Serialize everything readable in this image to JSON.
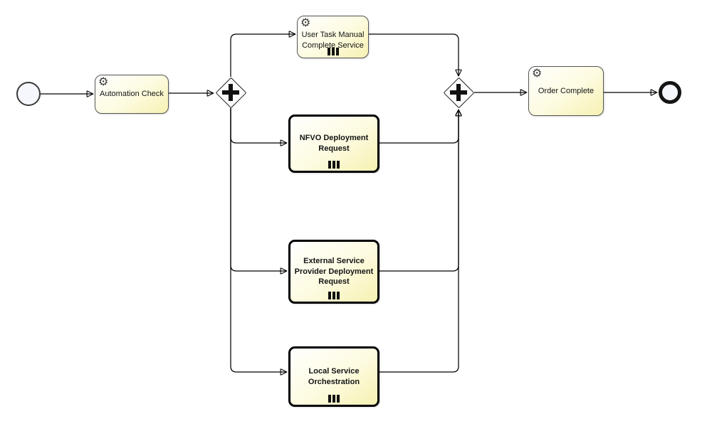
{
  "colors": {
    "task-border": "#555555",
    "call-border": "#000000",
    "task-fill-top": "#ffffff",
    "task-fill-mid": "#fdfbdf",
    "task-fill-bottom": "#f6f1b2",
    "event-fill": "#f5f7fc",
    "line": "#000000",
    "ink": "#141414"
  },
  "icons": {
    "gear": "⚙"
  },
  "nodes": {
    "start_event": {
      "type": "start-event",
      "label": ""
    },
    "automation_check": {
      "type": "service-task",
      "label": "Automation Check"
    },
    "split_gateway": {
      "type": "parallel-gateway"
    },
    "user_task_manual": {
      "type": "service-task",
      "label": "User Task Manual\nComplete Service",
      "marker": "multi-instance"
    },
    "nfvo_deployment": {
      "type": "call-activity",
      "label": "NFVO Deployment\nRequest",
      "marker": "multi-instance"
    },
    "external_service": {
      "type": "call-activity",
      "label": "External Service\nProvider Deployment\nRequest",
      "marker": "multi-instance"
    },
    "local_service": {
      "type": "call-activity",
      "label": "Local Service\nOrchestration",
      "marker": "multi-instance"
    },
    "join_gateway": {
      "type": "parallel-gateway"
    },
    "order_complete": {
      "type": "service-task",
      "label": "Order Complete"
    },
    "end_event": {
      "type": "end-event",
      "label": ""
    }
  }
}
